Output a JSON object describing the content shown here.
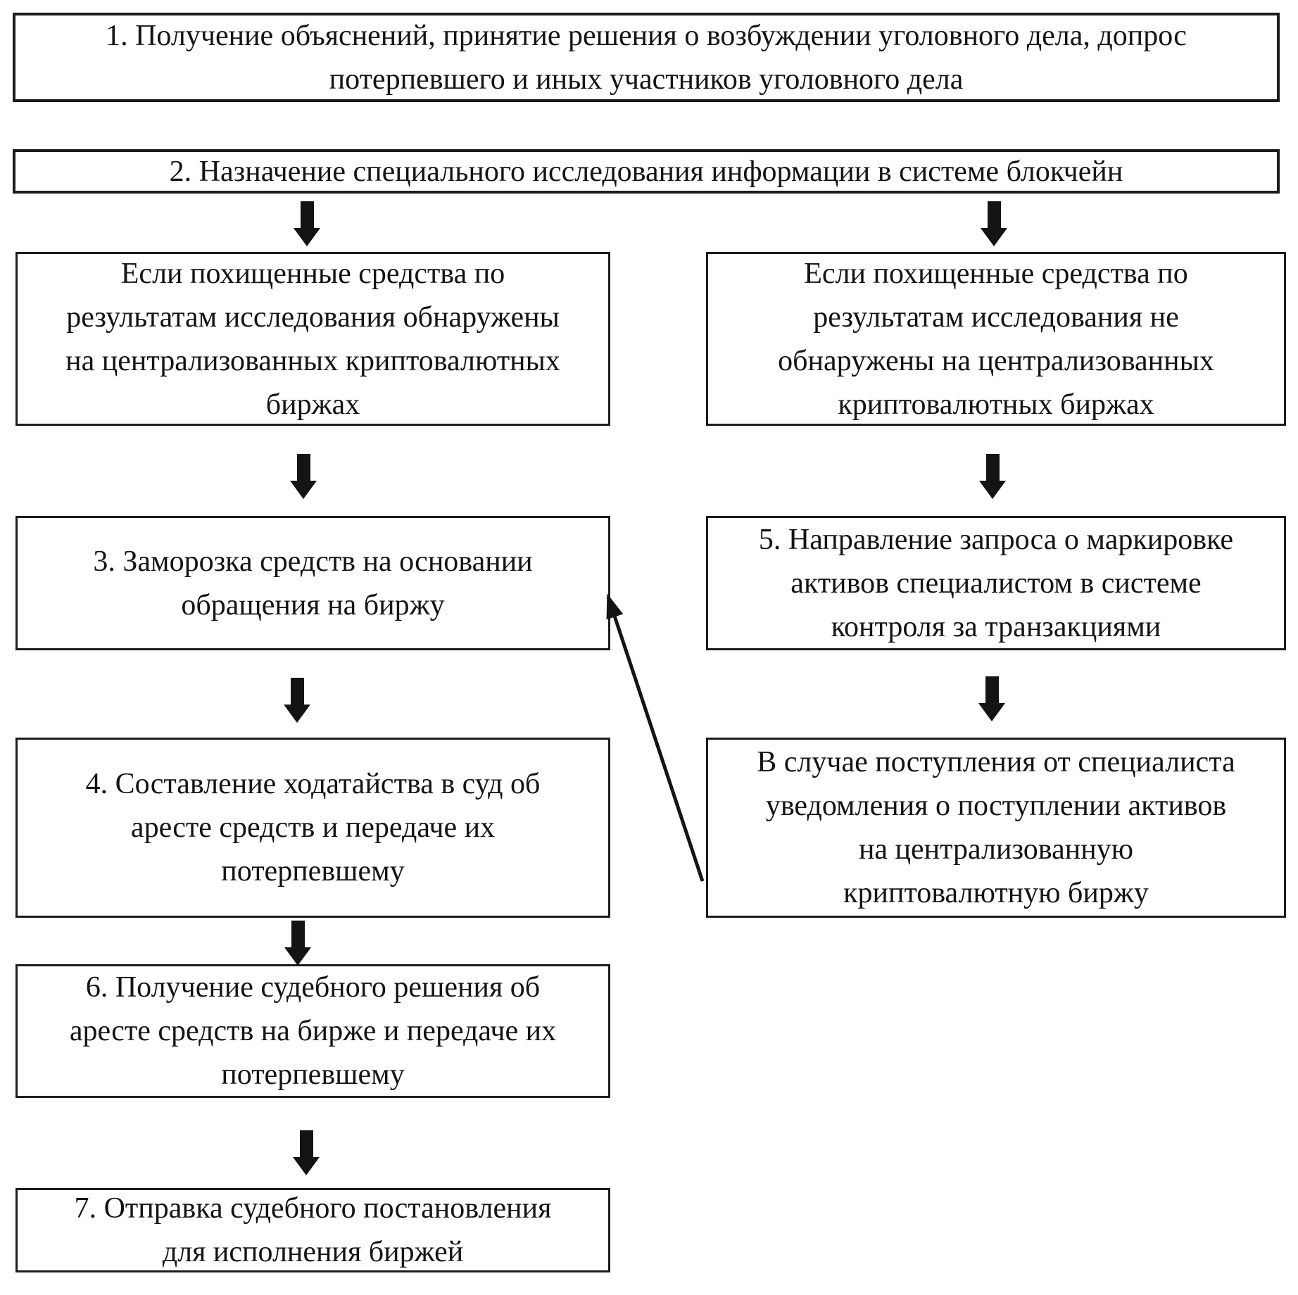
{
  "diagram": {
    "type": "flowchart",
    "language": "ru",
    "colors": {
      "background": "#ffffff",
      "box_border": "#1c1c1c",
      "text": "#141414",
      "arrow": "#141414"
    },
    "nodes": {
      "step1": {
        "lines": [
          "1. Получение объяснений, принятие решения о возбуждении уголовного дела, допрос",
          "потерпевшего и иных участников уголовного дела"
        ]
      },
      "step2": {
        "lines": [
          "2. Назначение специального исследования информации в системе блокчейн"
        ]
      },
      "cond_found": {
        "lines": [
          "Если похищенные средства по",
          "результатам исследования обнаружены",
          "на централизованных криптовалютных",
          "биржах"
        ]
      },
      "cond_not_found": {
        "lines": [
          "Если похищенные средства по",
          "результатам исследования не",
          "обнаружены на централизованных",
          "криптовалютных биржах"
        ]
      },
      "step3": {
        "lines": [
          "3. Заморозка средств на основании",
          "обращения на биржу"
        ]
      },
      "step5": {
        "lines": [
          "5. Направление запроса о маркировке",
          "активов специалистом в системе",
          "контроля за транзакциями"
        ]
      },
      "step4": {
        "lines": [
          "4. Составление ходатайства в суд об",
          "аресте средств и передаче их",
          "потерпевшему"
        ]
      },
      "notify": {
        "lines": [
          "В случае поступления от специалиста",
          "уведомления о поступлении активов",
          "на централизованную",
          "криптовалютную биржу"
        ]
      },
      "step6": {
        "lines": [
          "6. Получение судебного решения об",
          "аресте средств на бирже и передаче их",
          "потерпевшему"
        ]
      },
      "step7": {
        "lines": [
          "7. Отправка судебного постановления",
          "для исполнения биржей"
        ]
      }
    },
    "edges": [
      {
        "from": "step2",
        "to": "cond_found",
        "style": "thick-down"
      },
      {
        "from": "step2",
        "to": "cond_not_found",
        "style": "thick-down"
      },
      {
        "from": "cond_found",
        "to": "step3",
        "style": "thick-down"
      },
      {
        "from": "cond_not_found",
        "to": "step5",
        "style": "thick-down"
      },
      {
        "from": "step3",
        "to": "step4",
        "style": "thick-down"
      },
      {
        "from": "step5",
        "to": "notify",
        "style": "thick-down"
      },
      {
        "from": "step4",
        "to": "step6",
        "style": "thick-down"
      },
      {
        "from": "step6",
        "to": "step7",
        "style": "thick-down"
      },
      {
        "from": "notify",
        "to": "step3",
        "style": "thin-diagonal"
      }
    ]
  }
}
